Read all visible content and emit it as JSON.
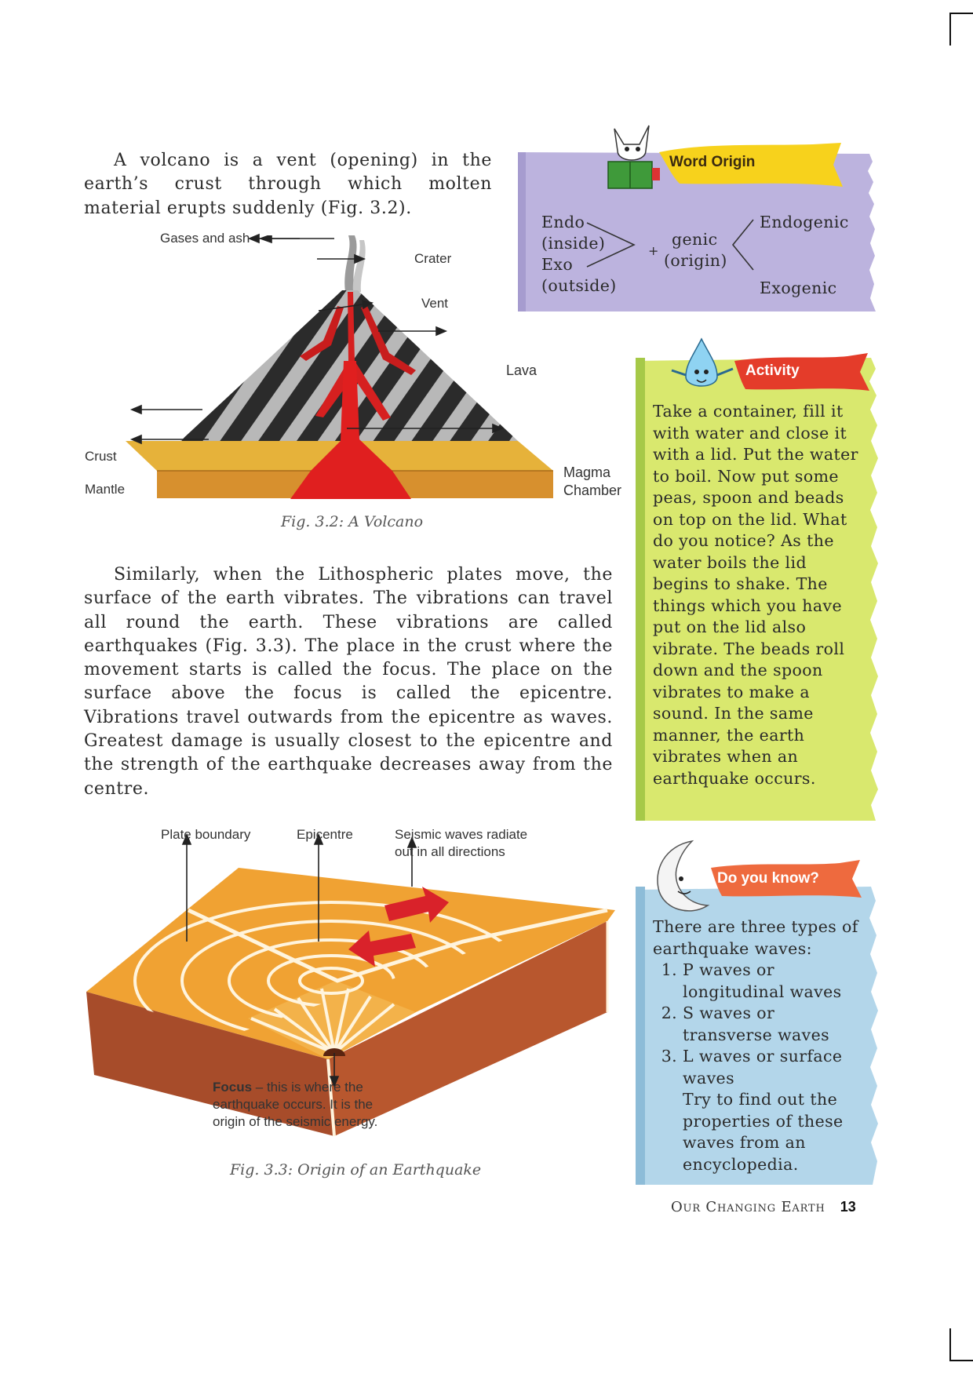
{
  "intro": {
    "volcano_para": "A volcano is a vent (opening) in the earth’s crust through which molten material erupts suddenly (Fig. 3.2)."
  },
  "word_origin": {
    "title": "Word Origin",
    "endo": "Endo",
    "endo_meaning": "(inside)",
    "exo": "Exo",
    "exo_meaning": "(outside)",
    "plus": "+",
    "genic": "genic",
    "genic_meaning": "(origin)",
    "endogenic": "Endogenic",
    "exogenic": "Exogenic"
  },
  "volcano_figure": {
    "labels": {
      "gases": "Gases and ash",
      "crater": "Crater",
      "vent": "Vent",
      "lava": "Lava",
      "crust": "Crust",
      "mantle": "Mantle",
      "magma_1": "Magma",
      "magma_2": "Chamber"
    },
    "caption": "Fig. 3.2: A Volcano"
  },
  "earthquake_para": "Similarly, when the Lithospheric plates move, the surface of the earth vibrates. The vibrations can travel all round the earth. These vibrations are called earthquakes (Fig. 3.3). The place in the crust where the movement starts is called the focus. The place on the surface above the focus is called the epicentre. Vibrations travel outwards from the epicentre as waves. Greatest damage is usually closest to the epicentre and the strength of the earthquake decreases away from the centre.",
  "earthquake_figure": {
    "labels": {
      "plate_boundary": "Plate boundary",
      "epicentre": "Epicentre",
      "seismic_1": "Seismic waves radiate",
      "seismic_2": "out in all directions",
      "focus_bold": "Focus",
      "focus_rest_1": " – this is where the",
      "focus_2": "earthquake occurs. It is the",
      "focus_3": "origin of the seismic energy."
    },
    "caption": "Fig. 3.3: Origin of an Earthquake"
  },
  "activity": {
    "title": "Activity",
    "text": "Take a container, fill it with water and close it with a lid. Put the water to boil. Now put some peas, spoon and beads on top on the lid. What do you notice? As the water boils the lid begins to shake. The things which you have put on the lid also vibrate. The beads roll down and the spoon vibrates to make a sound. In the same manner, the earth vibrates when an earthquake occurs."
  },
  "do_you_know": {
    "title": "Do you know?",
    "intro": "There are three types of earthquake waves:",
    "items": [
      "P waves or longitudinal waves",
      "S waves or transverse waves",
      "L waves or surface waves"
    ],
    "outro": "Try to find out the properties of these waves from an encyclopedia."
  },
  "footer": {
    "chapter": "Our Changing Earth",
    "page": "13"
  }
}
